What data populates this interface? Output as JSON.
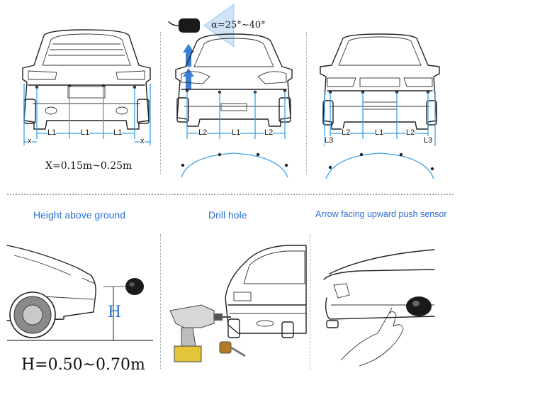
{
  "top": {
    "rear": {
      "labels": [
        "x",
        "L1",
        "L1",
        "L1",
        "x"
      ],
      "formula": "X=0.15m~0.25m"
    },
    "front_sport": {
      "angle": "α=25°~40°",
      "labels": [
        "L2",
        "L1",
        "L2"
      ]
    },
    "front_sedan": {
      "labels": [
        "L3",
        "L2",
        "L1",
        "L2",
        "L3"
      ]
    }
  },
  "bottom": {
    "height": {
      "title": "Height above ground",
      "axis_label": "H",
      "formula": "H=0.50~0.70m"
    },
    "drill": {
      "title": "Drill hole"
    },
    "push": {
      "title": "Arrow facing upward  push sensor"
    }
  },
  "colors": {
    "accent": "#2a6fd6",
    "measure": "#3aa0e8"
  }
}
